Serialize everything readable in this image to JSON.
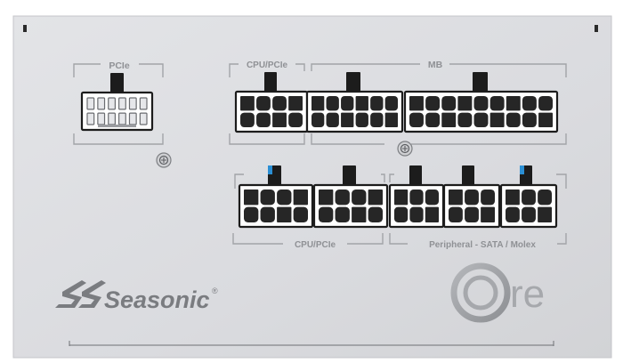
{
  "labels": {
    "pcie": "PCIe",
    "cpu_pcie_top": "CPU/PCIe",
    "mb": "MB",
    "cpu_pcie_bottom": "CPU/PCIe",
    "peripheral": "Peripheral - SATA / Molex"
  },
  "brand": {
    "name": "Seasonic",
    "registered": "®",
    "product": "re"
  },
  "colors": {
    "panel": "#dcdde0",
    "panel_edge": "#c9cacd",
    "label_text": "#8f9195",
    "bracket_line": "#a2a4a8",
    "connector_body": "#ffffff",
    "connector_outline": "#1c1c1c",
    "pin": "#262626",
    "logo_gray": "#9a9ca0",
    "accent_blue": "#2b8fd4"
  },
  "connectors": [
    {
      "label": "PCIe",
      "rows": 2,
      "cols": 6,
      "pins": "outlined",
      "blue_tab": false
    },
    {
      "label": "CPU/PCIe",
      "rows": 2,
      "cols": 4,
      "pins": "solid",
      "blue_tab": false
    },
    {
      "label": "MB",
      "rows": 2,
      "cols": 6,
      "pins": "solid",
      "blue_tab": false
    },
    {
      "label": "MB",
      "rows": 2,
      "cols": 9,
      "pins": "solid",
      "blue_tab": false
    },
    {
      "label": "CPU/PCIe",
      "rows": 2,
      "cols": 4,
      "pins": "solid",
      "blue_tab": true
    },
    {
      "label": "CPU/PCIe",
      "rows": 2,
      "cols": 4,
      "pins": "solid",
      "blue_tab": false
    },
    {
      "label": "Peripheral - SATA / Molex",
      "rows": 2,
      "cols": 3,
      "pins": "solid",
      "blue_tab": false
    },
    {
      "label": "Peripheral - SATA / Molex",
      "rows": 2,
      "cols": 3,
      "pins": "solid",
      "blue_tab": false
    },
    {
      "label": "Peripheral - SATA / Molex",
      "rows": 2,
      "cols": 3,
      "pins": "solid",
      "blue_tab": true
    }
  ]
}
